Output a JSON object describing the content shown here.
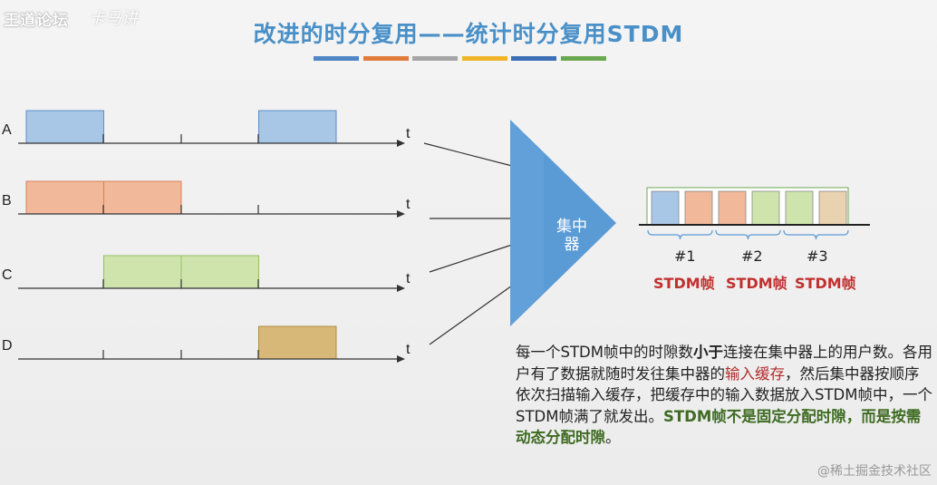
{
  "watermark_top_left": "王道论坛",
  "watermark_top_left2": "卡马讲",
  "title": "改进的时分复用——统计时分复用STDM",
  "title_bar_colors": [
    "#4f86c6",
    "#e07b39",
    "#a5a5a5",
    "#f0b428",
    "#3d6fb6",
    "#6aa84f"
  ],
  "channels": [
    {
      "label": "A",
      "t_label": "t",
      "color": "#a8c6e6",
      "border": "#5b8fc7",
      "slots": [
        0,
        3
      ]
    },
    {
      "label": "B",
      "t_label": "t",
      "color": "#f1b89a",
      "border": "#d9825a",
      "slots": [
        0,
        1
      ]
    },
    {
      "label": "C",
      "t_label": "t",
      "color": "#cfe4ad",
      "border": "#95bf62",
      "slots": [
        1,
        2
      ]
    },
    {
      "label": "D",
      "t_label": "t",
      "color": "#d8b878",
      "border": "#b48b3c",
      "slots": [
        3
      ]
    }
  ],
  "hub": {
    "label_line1": "集中",
    "label_line2": "器",
    "color": "#5b9bd5"
  },
  "stdm_frame": {
    "slot_colors": [
      "#a8c6e6",
      "#f1b89a",
      "#f1b89a",
      "#cfe4ad",
      "#cfe4ad",
      "#e9d2b0"
    ],
    "frames": [
      {
        "num": "#1",
        "label": "STDM帧"
      },
      {
        "num": "#2",
        "label": "STDM帧"
      },
      {
        "num": "#3",
        "label": "STDM帧"
      }
    ]
  },
  "description": {
    "p1": "每一个STDM帧中的时隙数",
    "p1_bold": "小于",
    "p2": "连接在集中器上的用户数。各用户有了数据就随时发往集中器的",
    "p2_red": "输入缓存",
    "p3": "，然后集中器按顺序依次扫描输入缓存，把缓存中的输入数据放入STDM帧中，一个STDM帧满了就发出。",
    "p3_green": "STDM帧不是固定分配时隙，而是按需动态分配时隙",
    "p4": "。"
  },
  "watermark_bottom_right": "@稀土掘金技术社区"
}
